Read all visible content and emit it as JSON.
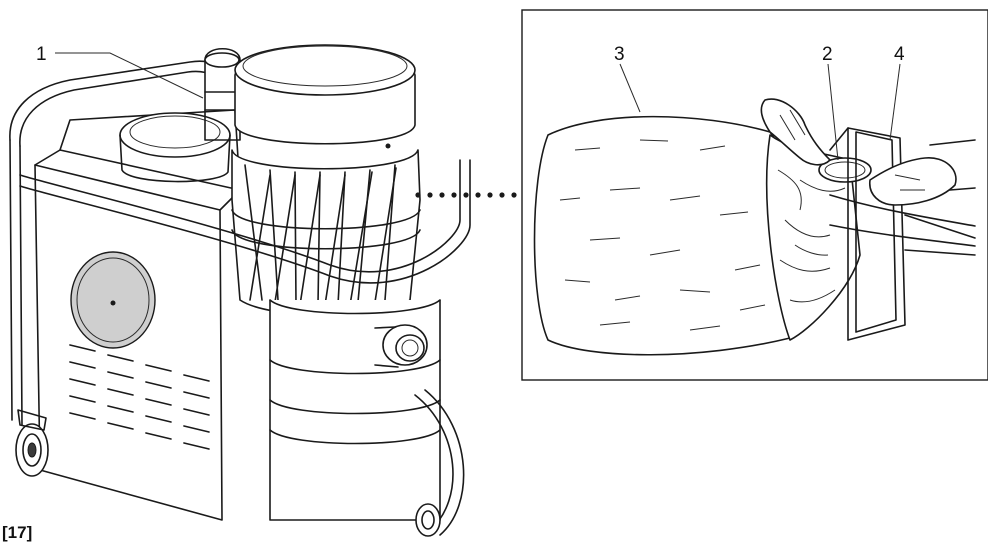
{
  "figure": {
    "label": "[17]",
    "callouts": [
      "1",
      "3",
      "2",
      "4"
    ]
  },
  "colors": {
    "line": "#1a1a1a",
    "background": "#ffffff",
    "grille": "#cfcfcf"
  }
}
